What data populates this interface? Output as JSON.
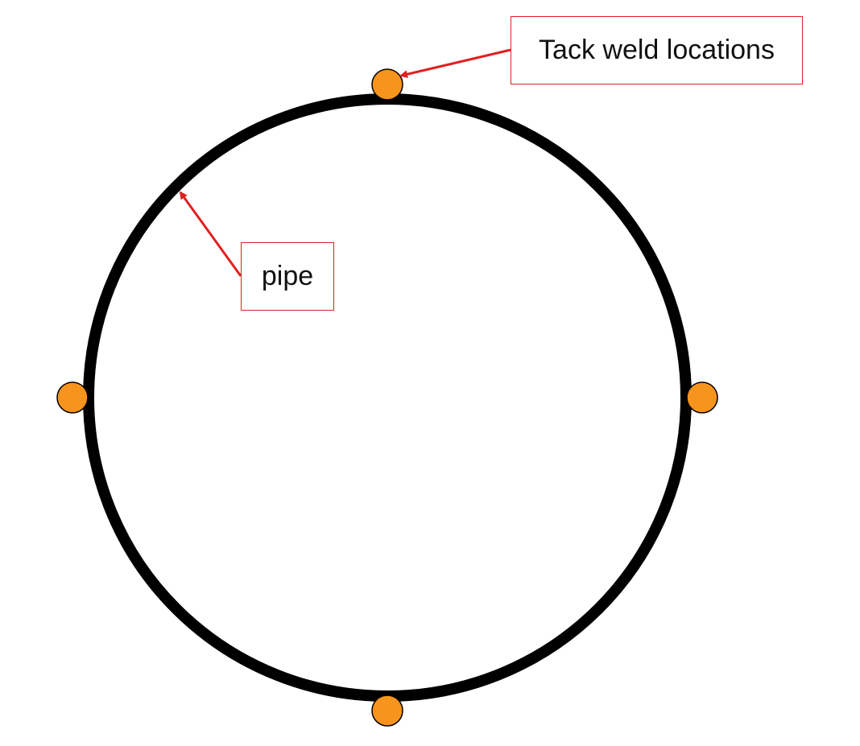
{
  "labels": {
    "tack_weld": "Tack weld locations",
    "pipe": "pipe"
  },
  "colors": {
    "pipe_stroke": "#000000",
    "tack_fill": "#f7941d",
    "tack_stroke": "#000000",
    "callout_border": "#e02020",
    "arrow": "#e02020"
  },
  "tack_weld_positions": [
    "top",
    "right",
    "bottom",
    "left"
  ]
}
